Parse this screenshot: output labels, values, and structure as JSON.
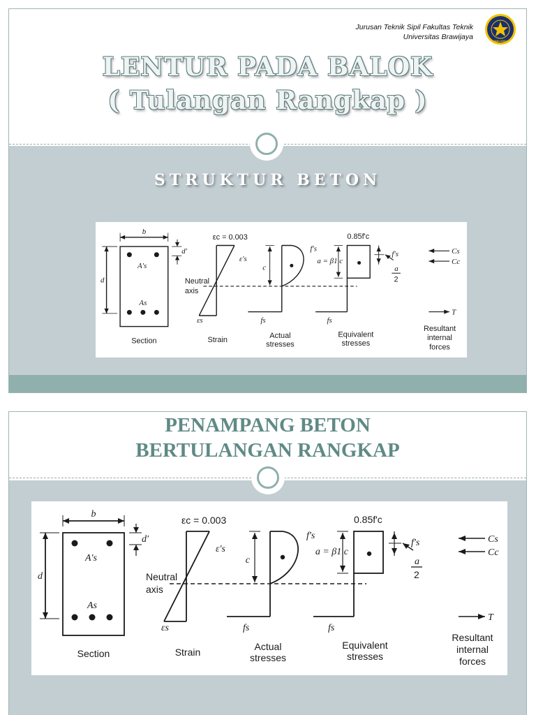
{
  "header": {
    "department_line1": "Jurusan Teknik Sipil Fakultas Teknik",
    "department_line2": "Universitas Brawijaya",
    "logo_text": "MALANG"
  },
  "slide1": {
    "title_line1": "LENTUR PADA BALOK",
    "title_line2": "( Tulangan Rangkap )",
    "subtitle": "STRUKTUR  BETON"
  },
  "slide2": {
    "title_line1": "PENAMPANG BETON",
    "title_line2": "BERTULANGAN RANGKAP"
  },
  "figure": {
    "b": "b",
    "d_prime": "d'",
    "d": "d",
    "As_prime": "A's",
    "As": "As",
    "section": "Section",
    "epsilon_c": "εc = 0.003",
    "epsilon_s_prime": "ε's",
    "epsilon_s": "εs",
    "neutral": "Neutral",
    "axis": "axis",
    "strain": "Strain",
    "c": "c",
    "fs_prime": "f's",
    "fs": "fs",
    "actual": "Actual",
    "actual_stresses": "stresses",
    "fc_085": "0.85f'c",
    "a_eq": "a = β1 c",
    "a": "a",
    "two": "2",
    "equivalent": "Equivalent",
    "equivalent_stresses": "stresses",
    "Cs": "Cs",
    "Cc": "Cc",
    "T": "T",
    "resultant": "Resultant",
    "internal": "internal",
    "forces": "forces"
  },
  "colors": {
    "panel": "#c3ced3",
    "teal": "#8fb0ad",
    "title2": "#5f8a86"
  }
}
